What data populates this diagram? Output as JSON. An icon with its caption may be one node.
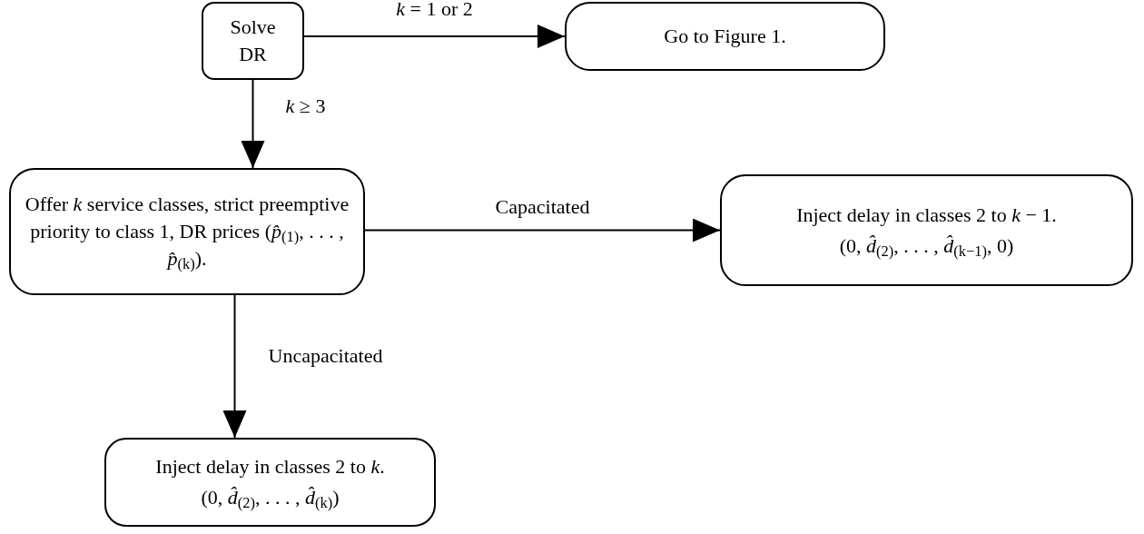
{
  "diagram": {
    "nodes": [
      {
        "text": [
          "Solve DR"
        ]
      },
      {
        "text": [
          "Go to Figure 1."
        ]
      },
      {
        "text": [
          "Offer *k* service classes, strict preemptive priority to class 1, DR prices (*p̂*$_{(1)}$, . . . , *p̂*$_{(k)}$)."
        ]
      },
      {
        "text": [
          "Inject delay in classes 2 to *k* − 1.",
          "(0, *d̂*$_{(2)}$, . . . , *d̂*$_{(k−1)}$, 0)"
        ]
      },
      {
        "text": [
          "Inject delay in classes 2 to *k*.",
          "(0, *d̂*$_{(2)}$, . . . , *d̂*$_{(k)}$)"
        ]
      }
    ],
    "edges": [
      {
        "from": 0,
        "to": 1,
        "arrow": "to",
        "label": "*k* = 1 or 2"
      },
      {
        "from": 0,
        "to": 2,
        "arrow": "to",
        "label": "*k* ≥ 3"
      },
      {
        "from": 2,
        "to": 3,
        "arrow": "to",
        "label": "Capacitated"
      },
      {
        "from": 2,
        "to": 4,
        "arrow": "to",
        "label": "Uncapacitated"
      }
    ]
  }
}
